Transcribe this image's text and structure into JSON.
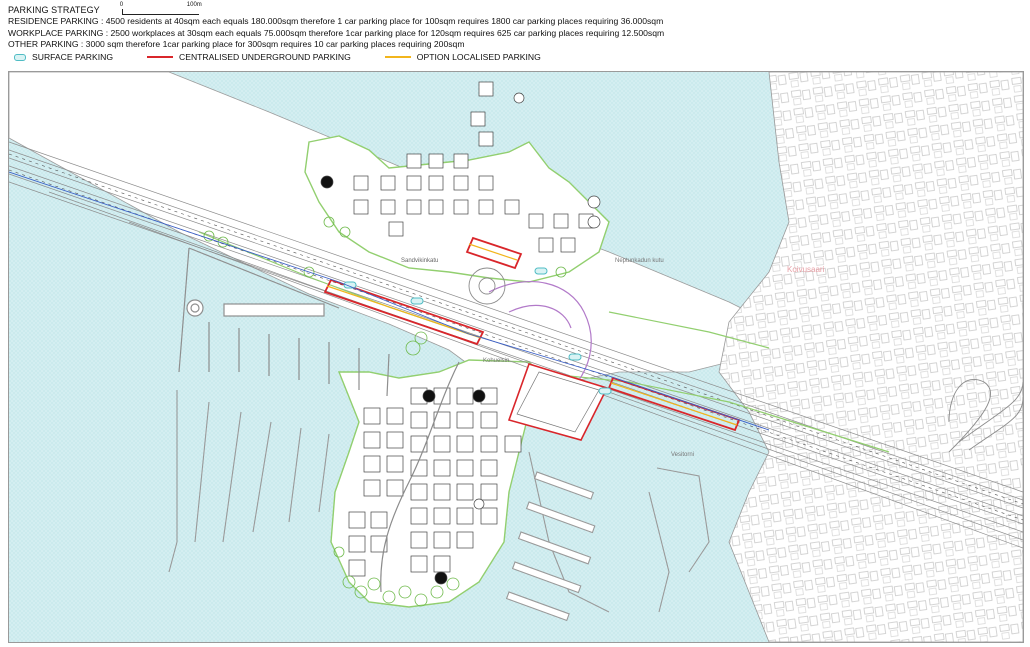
{
  "header": {
    "title": "PARKING STRATEGY",
    "scale": {
      "start": "0",
      "end": "100m"
    },
    "lines": [
      "RESIDENCE PARKING : 4500 residents at 40sqm each equals 180.000sqm therefore 1 car parking place for 100sqm requires 1800 car parking places requiring 36.000sqm",
      "WORKPLACE PARKING : 2500 workplaces at 30sqm each equals 75.000sqm therefore 1car parking place for 120sqm requires 625 car parking places requiring 12.500sqm",
      "OTHER PARKING : 3000 sqm therefore 1car parking place for 300sqm requires  10 car parking places requiring 200sqm"
    ]
  },
  "legend": [
    {
      "label": "SURFACE PARKING",
      "color": "#4fbcc4",
      "icon": "surface-parking-icon"
    },
    {
      "label": "CENTRALISED UNDERGROUND PARKING",
      "color": "#d9262b"
    },
    {
      "label": "OPTION LOCALISED PARKING",
      "color": "#f2b51c"
    }
  ],
  "map": {
    "labels": {
      "street_north": "Sandvikinkatu",
      "street_east": "Neptunkadun kutu",
      "street_mid": "Kohuelsin",
      "street_south": "Vesitorni",
      "pink_district": "Koivusaari"
    },
    "colors": {
      "water": "#d4eef1",
      "water_dot": "#a9dbe0",
      "land": "#ffffff",
      "roads": "#8c8c8c",
      "green": "#92cf6f",
      "red": "#d9262b",
      "orange": "#f2b51c",
      "purple": "#b27ac9",
      "blue": "#3a5fc7"
    }
  }
}
